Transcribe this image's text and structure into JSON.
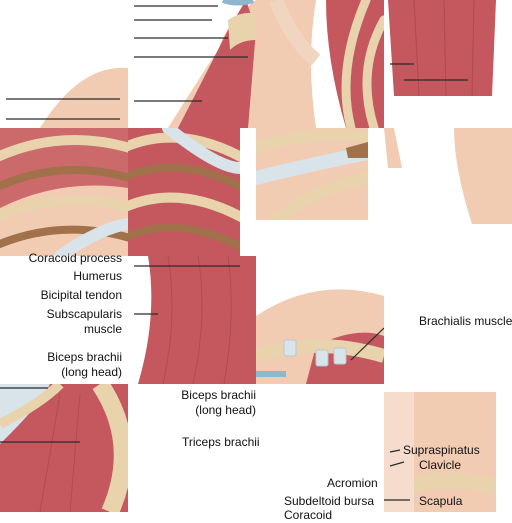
{
  "labels": {
    "coracoid_process": "Coracoid process",
    "humerus": "Humerus",
    "bicipital_tendon": "Bicipital tendon",
    "subscapularis_1": "Subscapularis",
    "subscapularis_2": "muscle",
    "biceps_left_1": "Biceps brachii",
    "biceps_left_2": "(long head)",
    "brachialis": "Brachialis muscle",
    "biceps_mid_1": "Biceps brachii",
    "biceps_mid_2": "(long head)",
    "triceps": "Triceps brachii",
    "supraspinatus": "Supraspinatus",
    "clavicle": "Clavicle",
    "acromion": "Acromion",
    "subdeltoid_bursa": "Subdeltoid bursa",
    "scapula": "Scapula",
    "coracoid_cut": "Coracoid"
  },
  "colors": {
    "muscle": "#c4585e",
    "muscle_dark": "#9e3a42",
    "skin": "#f2cbb3",
    "bone": "#e8d3ad",
    "bone_dark": "#c9ae82",
    "tendon": "#d9e4ea",
    "rib_brown": "#a0714a"
  }
}
